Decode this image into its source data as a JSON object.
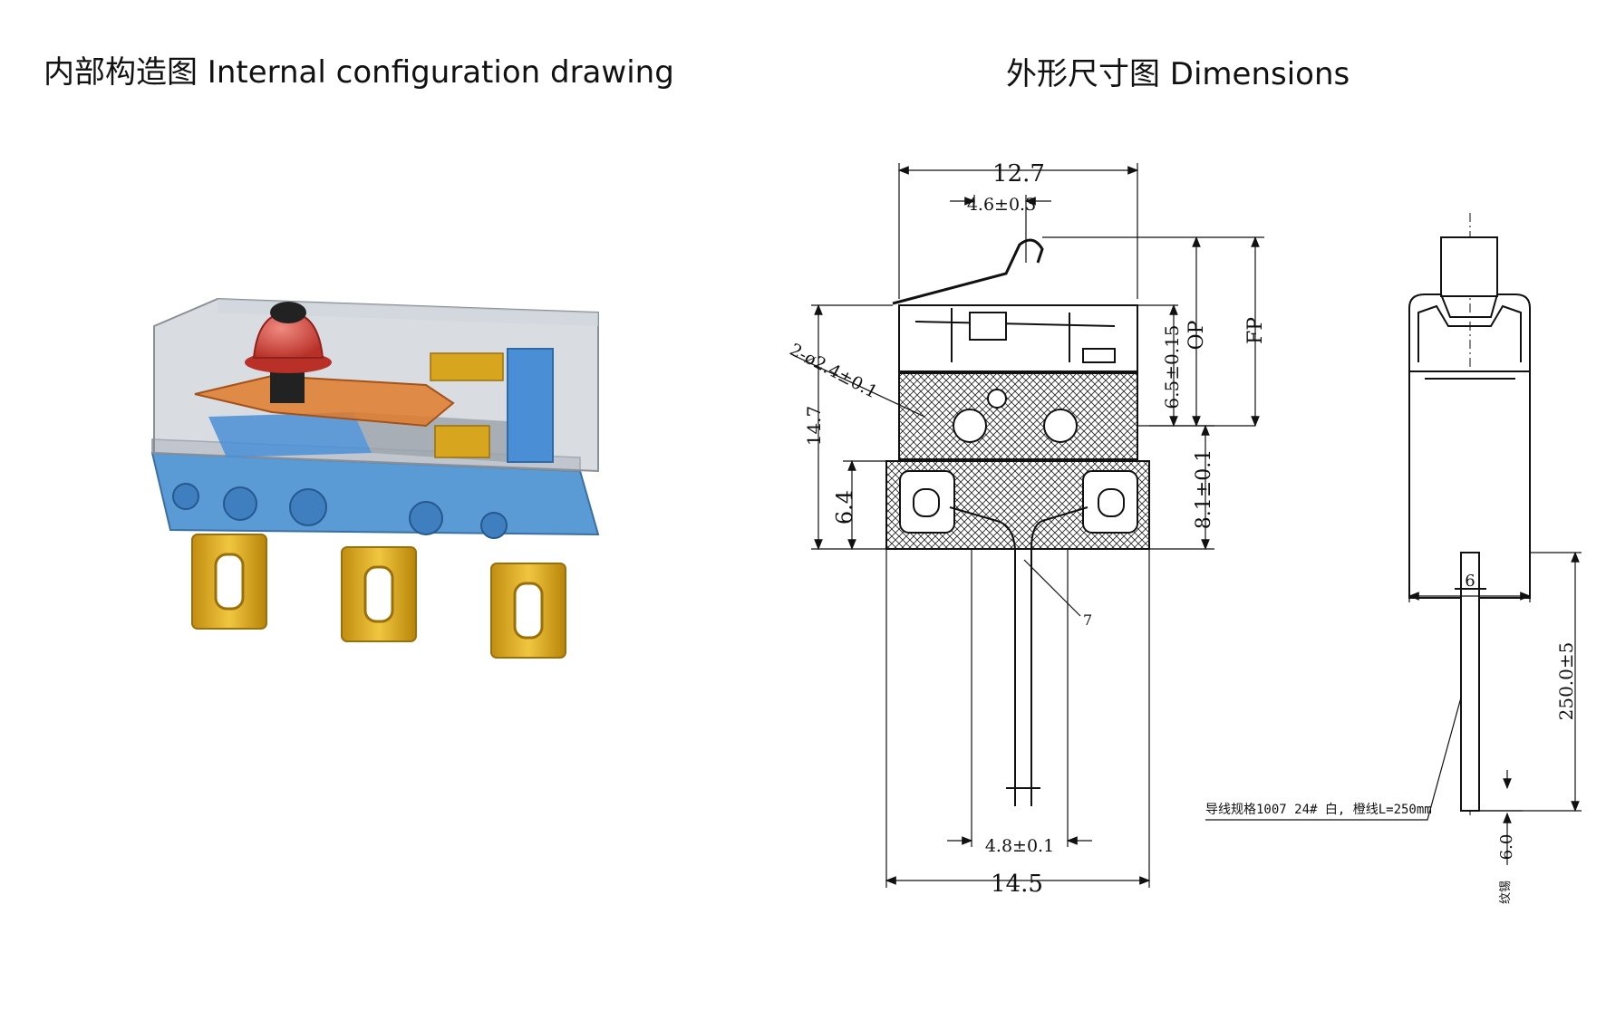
{
  "titles": {
    "left": "内部构造图 Internal configuration drawing",
    "right": "外形尺寸图 Dimensions"
  },
  "dimensions": {
    "width_body": "12.7",
    "actuator_offset": "4.6±0.3",
    "total_height": "14.7",
    "holes": "2-ø2.4±0.1",
    "op_value": "6.5±0.15",
    "op_label": "OP",
    "fp_label": "FP",
    "base_height": "6.4",
    "lower_height": "8.1±0.1",
    "wire_pitch": "4.8±0.1",
    "width_base": "14.5",
    "leader_7": "7",
    "side_width": "6",
    "wire_length": "250.0±5",
    "strip_length": "6.0",
    "strip_label": "纹锡",
    "wire_spec": "导线规格1007 24# 白, 橙线L=250mm"
  },
  "colors": {
    "housing": "#b9c0c8",
    "blue_base": "#5b9bd5",
    "red_button": "#d9473f",
    "orange_spring": "#e07b2c",
    "gold_terminal": "#d7a61e",
    "line": "#111111"
  }
}
